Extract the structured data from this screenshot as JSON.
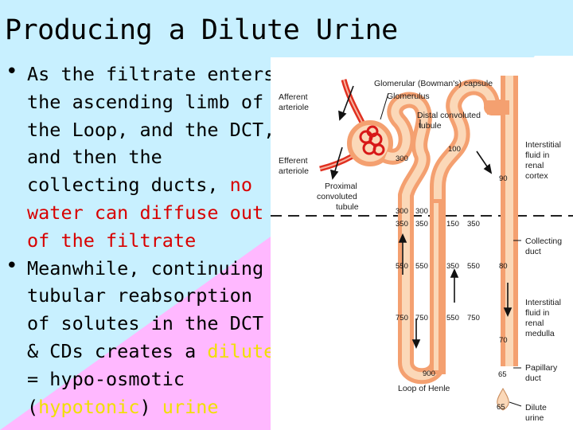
{
  "slide": {
    "title": "Producing a Dilute Urine",
    "bullet1": {
      "text1": "As the filtrate enters the ascending limb of the Loop, and the DCT, and then the collecting ducts, ",
      "highlight": "no water can diffuse out of the filtrate"
    },
    "bullet2": {
      "text1": "Meanwhile, continuing tubular reabsorption of solutes in the DCT & CDs creates a ",
      "dilute": "dilute",
      "text2": " = hypo-osmotic (",
      "hypotonic": "hypotonic",
      "text3": ") ",
      "urine": "urine"
    }
  },
  "colors": {
    "text": "#000000",
    "red": "#d80000",
    "yellow": "#f0e000",
    "pink": "#ffb8ff",
    "cyan": "#c8f0ff",
    "tubule": "#f4a070",
    "tubule_light": "#fbd8b8",
    "vessel": "#e03020"
  },
  "diagram": {
    "labels": {
      "glomerular_capsule": "Glomerular (Bowman's) capsule",
      "glomerulus": "Glomerulus",
      "afferent1": "Afferent",
      "afferent2": "arteriole",
      "efferent1": "Efferent",
      "efferent2": "arteriole",
      "proximal1": "Proximal",
      "proximal2": "convoluted",
      "proximal3": "tubule",
      "distal1": "Distal convoluted",
      "distal2": "tubule",
      "interstitial_cortex1": "Interstitial",
      "interstitial_cortex2": "fluid in",
      "interstitial_cortex3": "renal",
      "interstitial_cortex4": "cortex",
      "collecting1": "Collecting",
      "collecting2": "duct",
      "interstitial_medulla1": "Interstitial",
      "interstitial_medulla2": "fluid in",
      "interstitial_medulla3": "renal",
      "interstitial_medulla4": "medulla",
      "papillary1": "Papillary",
      "papillary2": "duct",
      "loop": "Loop of Henle",
      "dilute1": "Dilute",
      "dilute2": "urine"
    },
    "values": {
      "pct": "300",
      "dct": "100",
      "cd_cortex": "90",
      "cortex_desc": "300",
      "cortex_asc": "300",
      "outer_desc": "350",
      "outer_desc2": "350",
      "outer_asc": "150",
      "outer_asc2": "350",
      "mid_desc": "550",
      "mid_desc2": "550",
      "mid_asc": "350",
      "mid_asc2": "550",
      "cd_mid": "80",
      "deep_desc": "750",
      "deep_desc2": "750",
      "deep_asc": "550",
      "deep_asc2": "750",
      "cd_deep": "70",
      "loop_bottom": "900",
      "papillary": "65",
      "urine": "65"
    }
  }
}
